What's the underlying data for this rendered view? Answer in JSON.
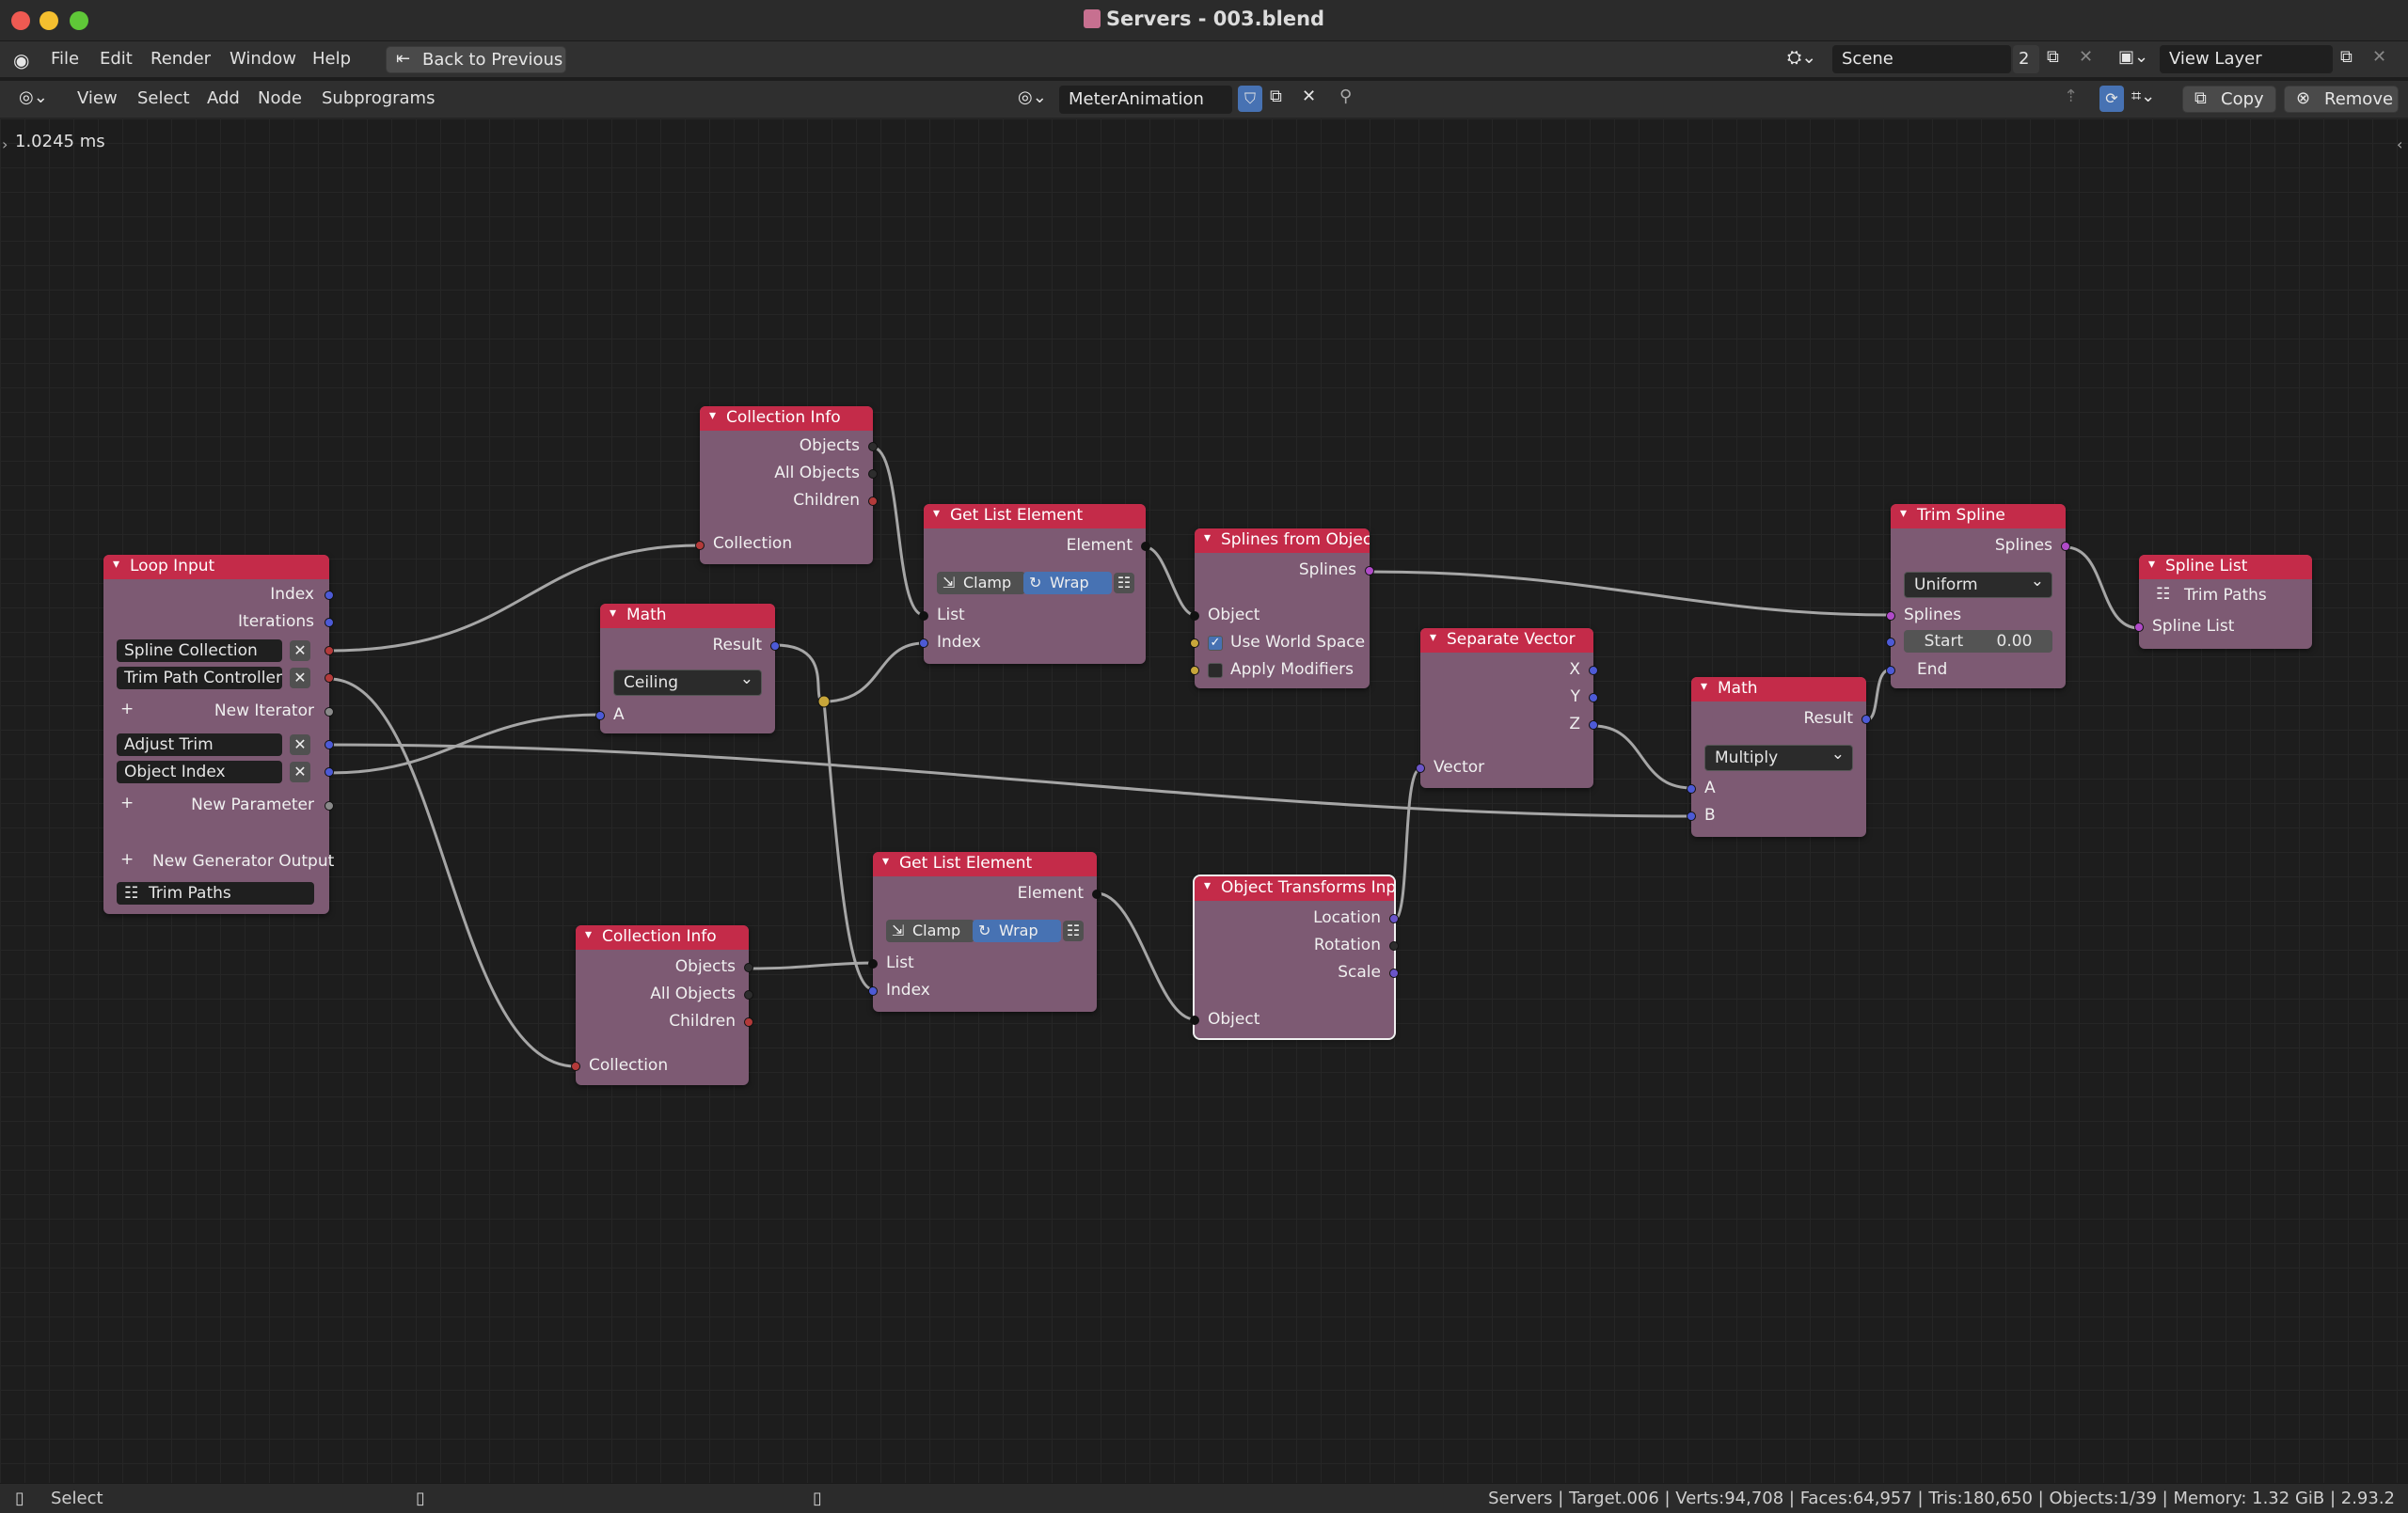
{
  "window": {
    "title": "Servers - 003.blend"
  },
  "menubar": {
    "items": [
      "File",
      "Edit",
      "Render",
      "Window",
      "Help"
    ],
    "back_button": "Back to Previous",
    "scene": "Scene",
    "scene_users": "2",
    "view_layer": "View Layer"
  },
  "nodebar": {
    "items": [
      "View",
      "Select",
      "Add",
      "Node",
      "Subprograms"
    ],
    "tree_name": "MeterAnimation",
    "copy_button": "Copy",
    "remove_button": "Remove"
  },
  "timing": "1.0245 ms",
  "nodes": {
    "loop_input": {
      "title": "Loop Input",
      "index": "Index",
      "iterations": "Iterations",
      "spline_collection": "Spline Collection",
      "trim_path_controller": "Trim Path Controller",
      "new_iterator": "New Iterator",
      "adjust_trim": "Adjust Trim",
      "object_index": "Object Index",
      "new_parameter": "New Parameter",
      "new_generator_output": "New Generator Output",
      "trim_paths": "Trim Paths"
    },
    "collection_info_1": {
      "title": "Collection Info",
      "objects": "Objects",
      "all_objects": "All Objects",
      "children": "Children",
      "collection": "Collection"
    },
    "collection_info_2": {
      "title": "Collection Info",
      "objects": "Objects",
      "all_objects": "All Objects",
      "children": "Children",
      "collection": "Collection"
    },
    "math_1": {
      "title": "Math",
      "result": "Result",
      "operation": "Ceiling",
      "a": "A"
    },
    "get_list_element_1": {
      "title": "Get List Element",
      "element": "Element",
      "clamp": "Clamp",
      "wrap": "Wrap",
      "list": "List",
      "index": "Index"
    },
    "get_list_element_2": {
      "title": "Get List Element",
      "element": "Element",
      "clamp": "Clamp",
      "wrap": "Wrap",
      "list": "List",
      "index": "Index"
    },
    "splines_from_object": {
      "title": "Splines from Object",
      "splines": "Splines",
      "object": "Object",
      "use_world_space": "Use World Space",
      "apply_modifiers": "Apply Modifiers"
    },
    "object_transforms": {
      "title": "Object Transforms Inp...",
      "location": "Location",
      "rotation": "Rotation",
      "scale": "Scale",
      "object": "Object"
    },
    "separate_vector": {
      "title": "Separate Vector",
      "x": "X",
      "y": "Y",
      "z": "Z",
      "vector": "Vector"
    },
    "math_2": {
      "title": "Math",
      "result": "Result",
      "operation": "Multiply",
      "a": "A",
      "b": "B"
    },
    "trim_spline": {
      "title": "Trim Spline",
      "splines_out": "Splines",
      "mode": "Uniform",
      "splines_in": "Splines",
      "start_label": "Start",
      "start_value": "0.00",
      "end": "End"
    },
    "spline_list": {
      "title": "Spline List",
      "trim_paths": "Trim Paths",
      "spline_list": "Spline List"
    }
  },
  "statusbar": {
    "select": "Select",
    "info": "Servers | Target.006 | Verts:94,708 | Faces:64,957 | Tris:180,650 | Objects:1/39 | Memory: 1.32 GiB | 2.93.2"
  },
  "colors": {
    "node_header": "#c42b49",
    "node_body": "#7d5a73",
    "accent_blue": "#4772b3"
  }
}
